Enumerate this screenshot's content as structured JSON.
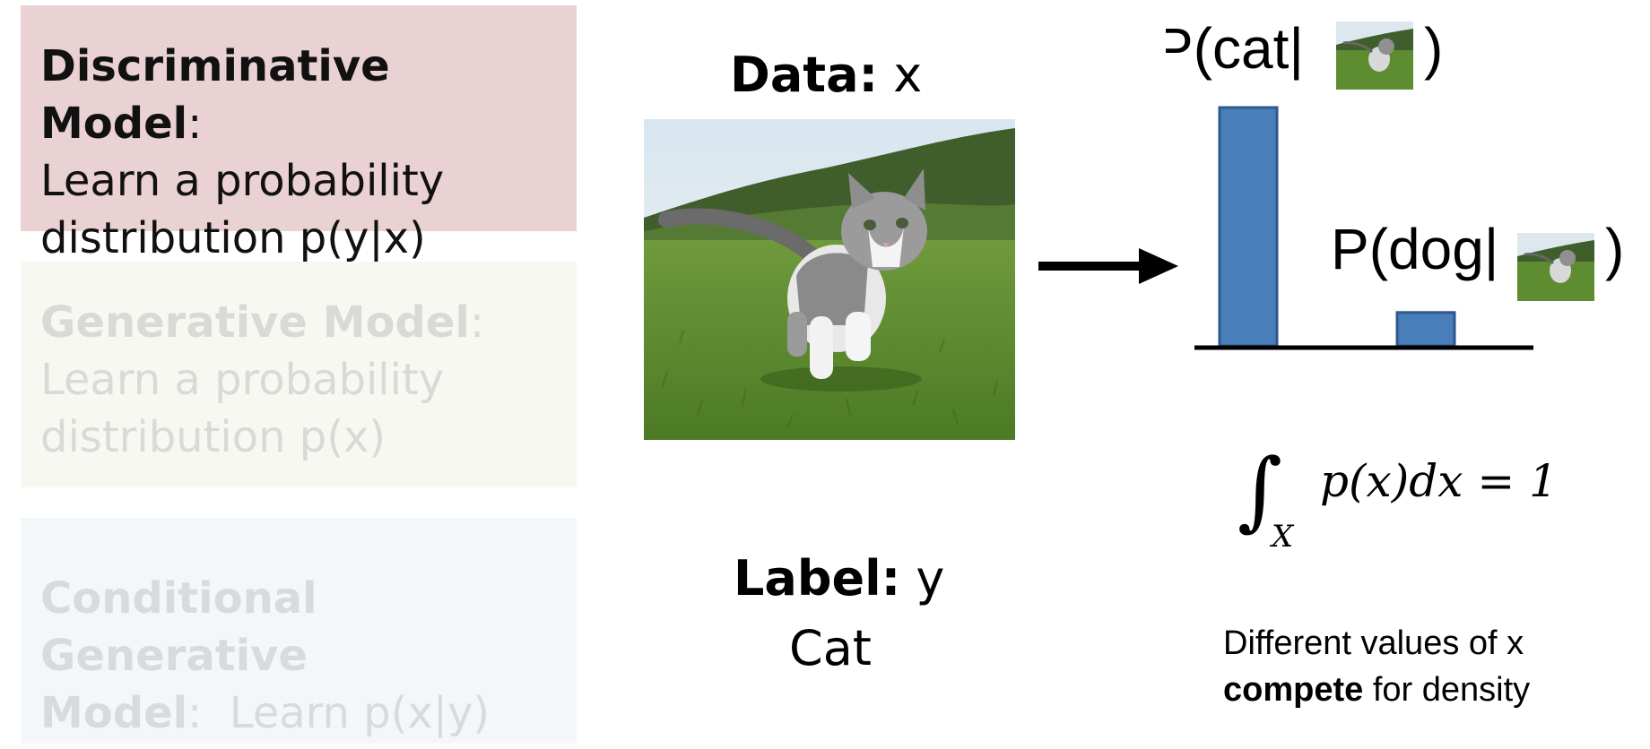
{
  "boxes": {
    "discriminative": {
      "title": "Discriminative Model",
      "colon": ":",
      "desc_line1": "Learn a probability",
      "desc_line2": "distribution p(y|x)"
    },
    "generative": {
      "title": "Generative Model",
      "colon": ":",
      "desc_line1": "Learn a probability",
      "desc_line2": "distribution p(x)"
    },
    "conditional": {
      "title_line1": "Conditional Generative",
      "title_line2": "Model",
      "colon": ":",
      "desc": "Learn p(x|y)"
    }
  },
  "data_heading": {
    "bold": "Data:",
    "var": "x"
  },
  "label_heading": {
    "bold": "Label:",
    "var": "y"
  },
  "label_value": "Cat",
  "chart_data": {
    "type": "bar",
    "categories": [
      "P(cat|",
      "P(dog|"
    ],
    "values": [
      1.0,
      0.14
    ],
    "bar_color": "#4a7ebb",
    "bar_border": "#2d5a8c"
  },
  "formula": {
    "integral": "∫",
    "subscript": "X",
    "body": "p(x)dx = 1"
  },
  "caption": {
    "line1": "Different values of x",
    "bold": "compete",
    "rest": " for density"
  },
  "colors": {
    "disc_bg": "#ead1d3",
    "gen_bg": "#f8f8f3",
    "cond_bg": "#f4f7fa"
  }
}
